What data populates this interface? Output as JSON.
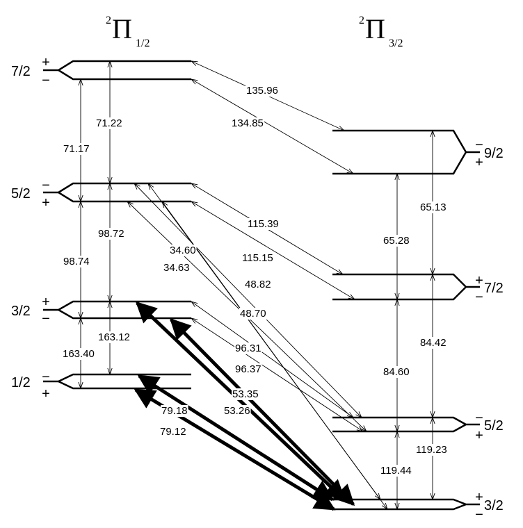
{
  "headers": {
    "left": {
      "sup": "2",
      "sym": "Π",
      "sub": "1/2"
    },
    "right": {
      "sup": "2",
      "sym": "Π",
      "sub": "3/2"
    }
  },
  "levels": {
    "L72": {
      "j": "7/2",
      "upper_sign": "+",
      "lower_sign": "−"
    },
    "L52": {
      "j": "5/2",
      "upper_sign": "−",
      "lower_sign": "+"
    },
    "L32": {
      "j": "3/2",
      "upper_sign": "+",
      "lower_sign": "−"
    },
    "L12": {
      "j": "1/2",
      "upper_sign": "−",
      "lower_sign": "+"
    },
    "R92": {
      "j": "9/2",
      "upper_sign": "−",
      "lower_sign": "+"
    },
    "R72": {
      "j": "7/2",
      "upper_sign": "+",
      "lower_sign": "−"
    },
    "R52": {
      "j": "5/2",
      "upper_sign": "−",
      "lower_sign": "+"
    },
    "R32": {
      "j": "3/2",
      "upper_sign": "+",
      "lower_sign": "−"
    }
  },
  "transitions": {
    "t_13596": "135.96",
    "t_13485": "134.85",
    "t_7122": "71.22",
    "t_7117": "71.17",
    "t_11539": "115.39",
    "t_11515": "115.15",
    "t_9872": "98.72",
    "t_9874": "98.74",
    "t_3460": "34.60",
    "t_3463": "34.63",
    "t_4882": "48.82",
    "t_4870": "48.70",
    "t_16312": "163.12",
    "t_16340": "163.40",
    "t_9631": "96.31",
    "t_9637": "96.37",
    "t_5335": "53.35",
    "t_5326": "53.26",
    "t_7918": "79.18",
    "t_7912": "79.12",
    "t_6513": "65.13",
    "t_6528": "65.28",
    "t_8442": "84.42",
    "t_8460": "84.60",
    "t_11923": "119.23",
    "t_11944": "119.44"
  }
}
